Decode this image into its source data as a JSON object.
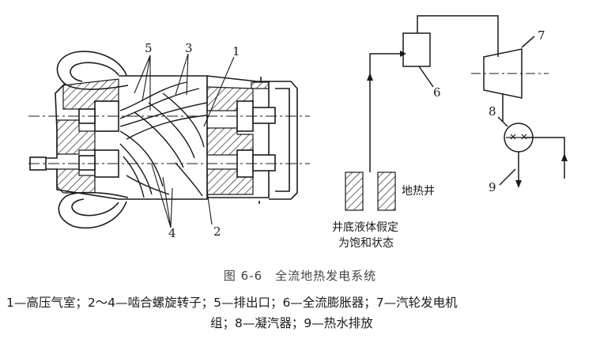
{
  "figure": {
    "callouts": [
      "5",
      "3",
      "1",
      "4",
      "2",
      "6",
      "7",
      "8",
      "9"
    ],
    "labels": {
      "geothermal_well": "地热井",
      "bottom_line1": "井底液体假定",
      "bottom_line2": "为饱和状态"
    }
  },
  "caption": {
    "title": "图 6-6　全流地热发电系统",
    "line1": "1—高压气室；2～4—啮合螺旋转子；5—排出口；6—全流膨胀器；7—汽轮发电机",
    "line2": "组；8—凝汽器；9—热水排放"
  }
}
